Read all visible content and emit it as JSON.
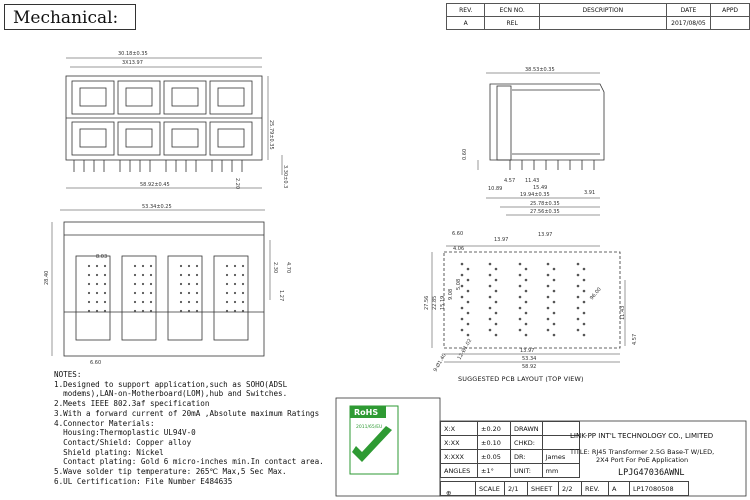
{
  "header": {
    "mechanical_label": "Mechanical:"
  },
  "revision_table": {
    "headers": [
      "REV.",
      "ECN NO.",
      "DESCRIPTION",
      "DATE",
      "APPD"
    ],
    "row": [
      "A",
      "REL",
      "",
      "2017/08/05",
      ""
    ]
  },
  "dims": {
    "front_width": "30.18±0.35",
    "front_pitch": "3X13.97",
    "front_height": "25.79±0.35",
    "front_pin": "3.30±0.3",
    "front_base": "58.92±0.45",
    "front_side": "2.20",
    "side_top": "38.53±0.35",
    "side_a": "11.43",
    "side_b": "15.49",
    "side_c": "10.89",
    "side_d": "4.57",
    "side_e": "19.94±0.35",
    "side_f": "25.78±0.35",
    "side_g": "27.56±0.35",
    "side_h": "3.91",
    "side_i": "0.60",
    "bottom_width": "53.34±0.25",
    "bottom_height": "28.40",
    "bottom_a": "8.03",
    "bottom_b": "6.60",
    "bottom_c": "2.30",
    "bottom_d": "4.70",
    "bottom_e": "1.27",
    "pcb_a": "6.60",
    "pcb_b": "4.06",
    "pcb_c": "13.97",
    "pcb_d": "13.97",
    "pcb_e": "27.56",
    "pcb_f": "22.85",
    "pcb_g": "15.19",
    "pcb_h": "9.08",
    "pcb_i": "5.08",
    "pcb_j": "96.00",
    "pcb_k": "13.97",
    "pcb_l": "53.34",
    "pcb_m": "58.92",
    "pcb_n": "4.57",
    "pcb_o": "11.43",
    "pcb_p": "9-Ø1.40",
    "pcb_q": "12-Ø1.02"
  },
  "pcb_caption": "SUGGESTED PCB LAYOUT (TOP VIEW)",
  "notes": {
    "title": "NOTES:",
    "lines": [
      "1.Designed to support application,such as SOHO(ADSL",
      "  modems),LAN-on-Motherboard(LOM),hub and Switches.",
      "2.Meets IEEE 802.3af specification",
      "3.With a forward current of 20mA ,Absolute maximum Ratings",
      "4.Connector Materials:",
      "  Housing:Thermoplastic UL94V-0",
      "  Contact/Shield: Copper alloy",
      "  Shield plating: Nickel",
      "  Contact plating: Gold 6 micro-inches min.In contact area.",
      "5.Wave solder tip temperature: 265℃ Max,5 Sec Max.",
      "6.UL Certification: File Number E484635"
    ]
  },
  "rohs": {
    "title": "RoHS",
    "sub": "2011/65/EU"
  },
  "tolerances": [
    {
      "label": "X:X",
      "value": "±0.20",
      "role": "DRAWN"
    },
    {
      "label": "X:XX",
      "value": "±0.10",
      "role": "CHKD:"
    },
    {
      "label": "X:XXX",
      "value": "±0.05",
      "role": "DR:",
      "name": "James"
    },
    {
      "label": "ANGLES",
      "value": "±1°",
      "role": "UNIT:",
      "name": "mm"
    }
  ],
  "company": "LINK-PP INT'L TECHNOLOGY CO., LIMITED",
  "title_block": {
    "title_label": "TITLE:",
    "title_line1": "RJ45 Transformer 2.5G Base-T W/LED,",
    "title_line2": "2X4 Port For PoE Application",
    "part_number": "LPJG47036AWNL",
    "scale_label": "SCALE",
    "scale_value": "2/1",
    "sheet_label": "SHEET",
    "sheet_value": "2/2",
    "rev_label": "REV.",
    "rev_value": "A",
    "doc_no": "LP17080508"
  }
}
